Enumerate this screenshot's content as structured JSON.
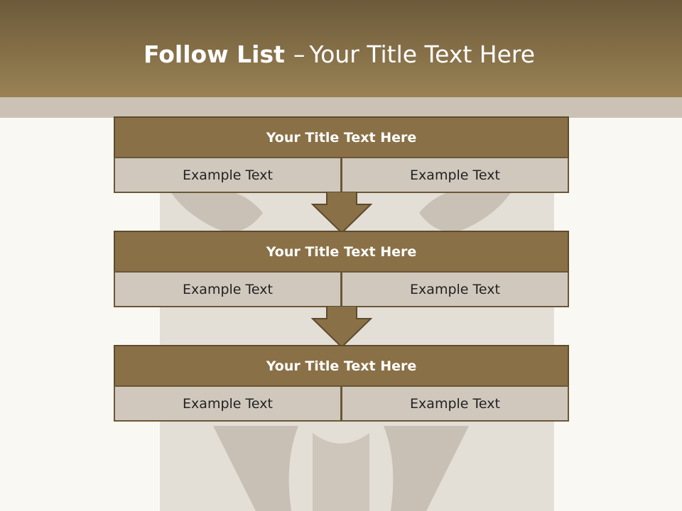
{
  "slide": {
    "title_bold": "Follow List",
    "title_separator": "–",
    "title_rest": "Your Title Text Here"
  },
  "blocks": [
    {
      "title": "Your Title Text Here",
      "left_text": "Example Text",
      "right_text": "Example Text"
    },
    {
      "title": "Your Title Text Here",
      "left_text": "Example Text",
      "right_text": "Example Text"
    },
    {
      "title": "Your Title Text Here",
      "left_text": "Example Text",
      "right_text": "Example Text"
    }
  ],
  "colors": {
    "header": "#8a7046",
    "cell": "#d0c8bd",
    "arrow": "#8a7046",
    "background": "#faf8f3"
  }
}
